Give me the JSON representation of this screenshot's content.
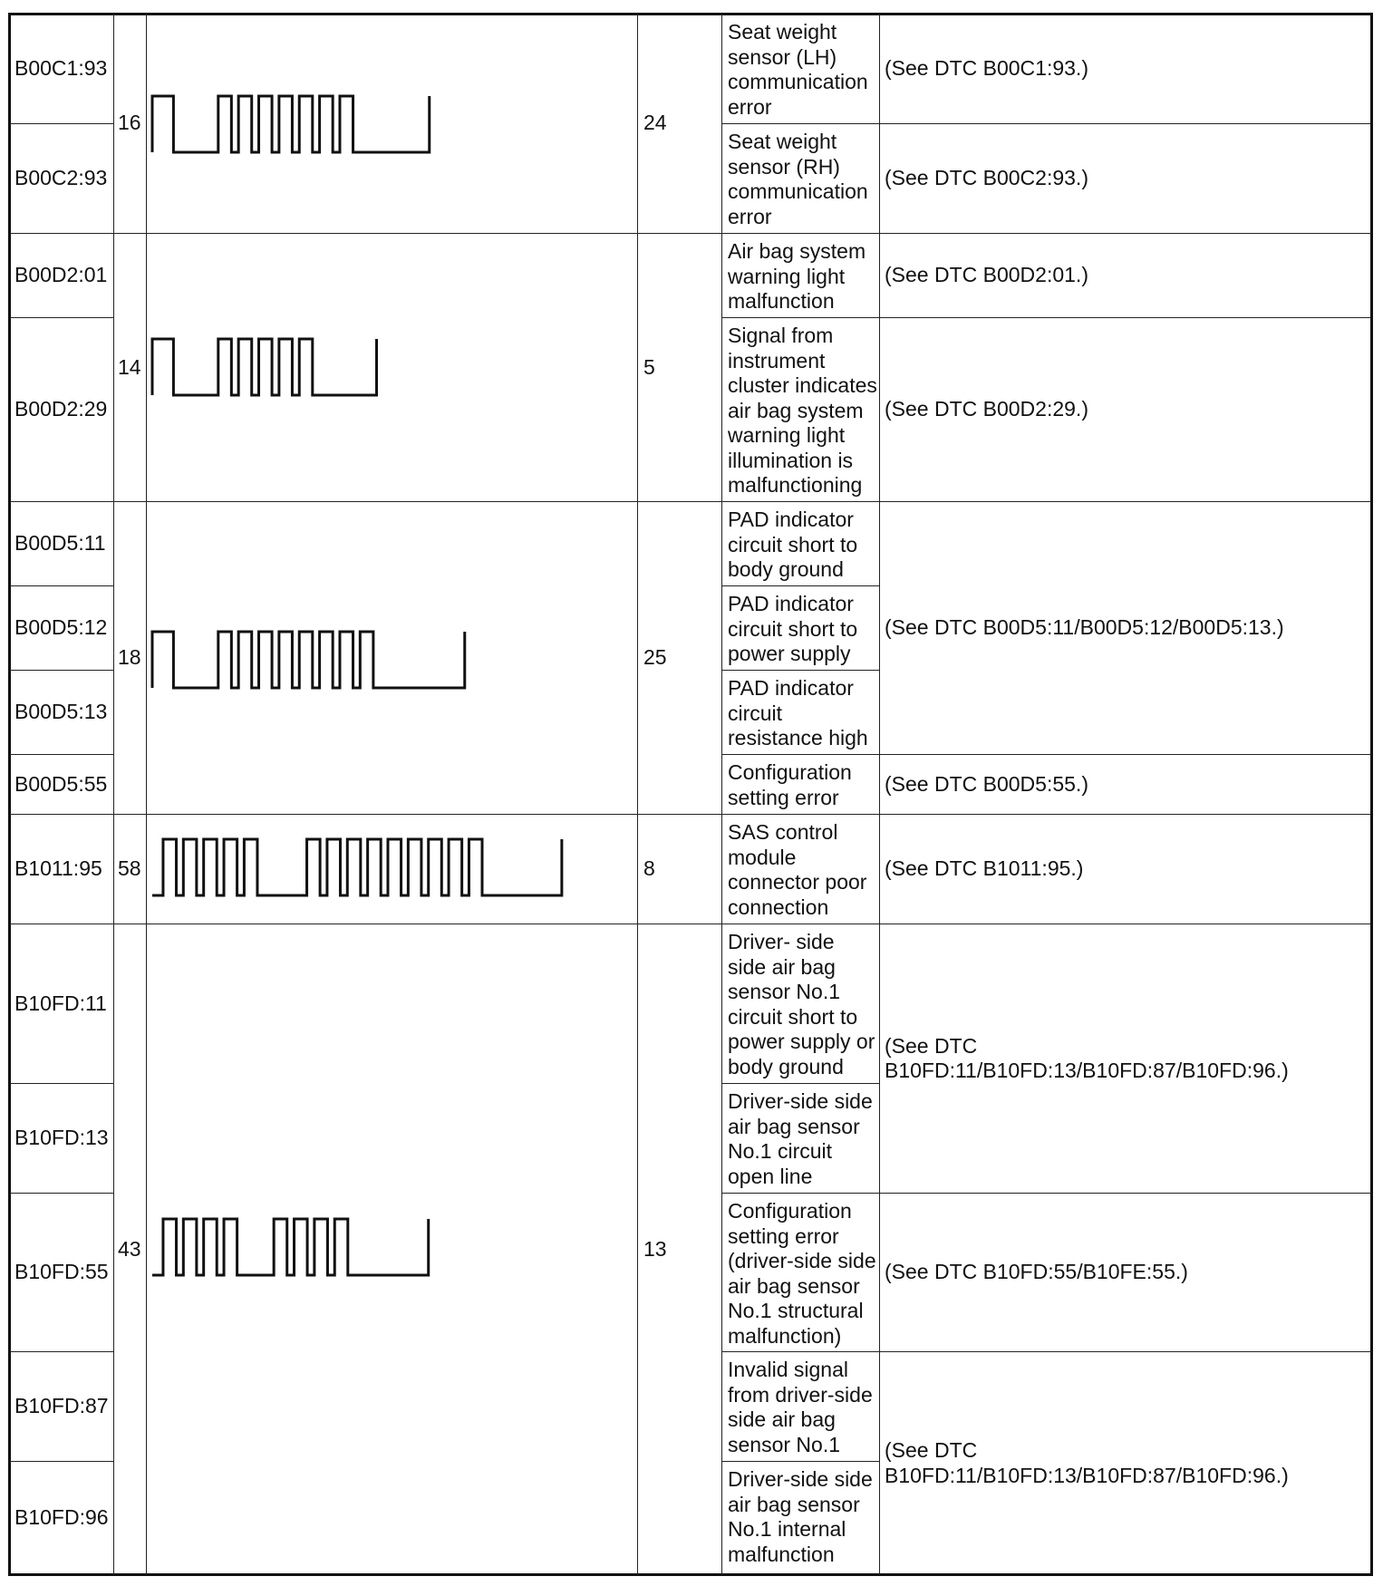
{
  "groups": [
    {
      "code_count": "16",
      "pattern": [
        0.0,
        "H",
        0.045,
        "L",
        0.14,
        "H",
        0.168,
        "L",
        0.183,
        "H",
        0.211,
        "L",
        0.226,
        "H",
        0.254,
        "L",
        0.269,
        "H",
        0.297,
        "L",
        0.312,
        "H",
        0.34,
        "L",
        0.355,
        "H",
        0.383,
        "L",
        0.398,
        "H",
        0.426,
        "L",
        0.588,
        "H"
      ],
      "ref_count": "24",
      "rows": [
        {
          "dtc": "B00C1:93",
          "description": "Seat weight\nsensor (LH)\ncommunication\nerror",
          "action": "(See DTC B00C1:93.)"
        },
        {
          "dtc": "B00C2:93",
          "description": "Seat weight\nsensor (RH)\ncommunication\nerror",
          "action": "(See DTC B00C2:93.)"
        }
      ]
    },
    {
      "code_count": "14",
      "pattern": [
        0.0,
        "H",
        0.045,
        "L",
        0.14,
        "H",
        0.168,
        "L",
        0.183,
        "H",
        0.211,
        "L",
        0.226,
        "H",
        0.254,
        "L",
        0.269,
        "H",
        0.297,
        "L",
        0.312,
        "H",
        0.34,
        "L",
        0.476,
        "H"
      ],
      "ref_count": "5",
      "rows": [
        {
          "dtc": "B00D2:01",
          "description": "Air bag system\nwarning light\nmalfunction",
          "action": "(See DTC B00D2:01.)"
        },
        {
          "dtc": "B00D2:29",
          "description": "Signal from\ninstrument\ncluster indicates\nair bag system\nwarning light\nillumination is\nmalfunctioning",
          "action": "(See DTC B00D2:29.)"
        }
      ]
    },
    {
      "code_count": "18",
      "pattern": [
        0.0,
        "H",
        0.045,
        "L",
        0.14,
        "H",
        0.168,
        "L",
        0.183,
        "H",
        0.211,
        "L",
        0.226,
        "H",
        0.254,
        "L",
        0.269,
        "H",
        0.297,
        "L",
        0.312,
        "H",
        0.34,
        "L",
        0.355,
        "H",
        0.383,
        "L",
        0.398,
        "H",
        0.426,
        "L",
        0.441,
        "H",
        0.469,
        "L",
        0.663,
        "H"
      ],
      "ref_count": "25",
      "rows": [
        {
          "dtc": "B00D5:11",
          "description": "PAD indicator\ncircuit short to\nbody ground",
          "action": "(See DTC B00D5:11/B00D5:12/B00D5:13.)"
        },
        {
          "dtc": "B00D5:12",
          "description": "PAD indicator\ncircuit short to\npower supply",
          "action": ""
        },
        {
          "dtc": "B00D5:13",
          "description": "PAD indicator\ncircuit\nresistance high",
          "action": ""
        },
        {
          "dtc": "B00D5:55",
          "description": "Configuration\nsetting error",
          "action": "(See DTC B00D5:55.)"
        }
      ]
    },
    {
      "code_count": "58",
      "pattern": [
        0.0,
        "L",
        0.023,
        "H",
        0.051,
        "L",
        0.066,
        "H",
        0.094,
        "L",
        0.109,
        "H",
        0.137,
        "L",
        0.152,
        "H",
        0.18,
        "L",
        0.195,
        "H",
        0.223,
        "L",
        0.328,
        "H",
        0.356,
        "L",
        0.371,
        "H",
        0.399,
        "L",
        0.414,
        "H",
        0.442,
        "L",
        0.457,
        "H",
        0.485,
        "L",
        0.5,
        "H",
        0.528,
        "L",
        0.543,
        "H",
        0.571,
        "L",
        0.586,
        "H",
        0.614,
        "L",
        0.629,
        "H",
        0.657,
        "L",
        0.672,
        "H",
        0.7,
        "L",
        0.707,
        "L",
        0.869,
        "H"
      ],
      "ref_count": "8",
      "rows": [
        {
          "dtc": "B1011:95",
          "description": "SAS control\nmodule\nconnector poor\nconnection",
          "action": "(See DTC B1011:95.)"
        }
      ]
    },
    {
      "code_count": "43",
      "pattern": [
        0.0,
        "L",
        0.023,
        "H",
        0.051,
        "L",
        0.066,
        "H",
        0.094,
        "L",
        0.109,
        "H",
        0.137,
        "L",
        0.152,
        "H",
        0.18,
        "L",
        0.258,
        "H",
        0.286,
        "L",
        0.301,
        "H",
        0.329,
        "L",
        0.344,
        "H",
        0.372,
        "L",
        0.387,
        "H",
        0.415,
        "L",
        0.586,
        "H"
      ],
      "ref_count": "13",
      "rows": [
        {
          "dtc": "B10FD:11",
          "description": "Driver- side\nside air bag\nsensor No.1\ncircuit short to\npower supply or\nbody ground",
          "action": "(See DTC\nB10FD:11/B10FD:13/B10FD:87/B10FD:96.)"
        },
        {
          "dtc": "B10FD:13",
          "description": "Driver-side side\nair bag sensor\nNo.1 circuit\nopen line",
          "action": ""
        },
        {
          "dtc": "B10FD:55",
          "description": "Configuration\nsetting error\n(driver-side side\nair bag sensor\nNo.1 structural\nmalfunction)",
          "action": "(See DTC B10FD:55/B10FE:55.)"
        },
        {
          "dtc": "B10FD:87",
          "description": "Invalid signal\nfrom driver-side\nside air bag\nsensor No.1",
          "action": "(See DTC\nB10FD:11/B10FD:13/B10FD:87/B10FD:96.)"
        },
        {
          "dtc": "B10FD:96",
          "description": "Driver-side side\nair bag sensor\nNo.1 internal\nmalfunction",
          "action": ""
        }
      ]
    }
  ]
}
